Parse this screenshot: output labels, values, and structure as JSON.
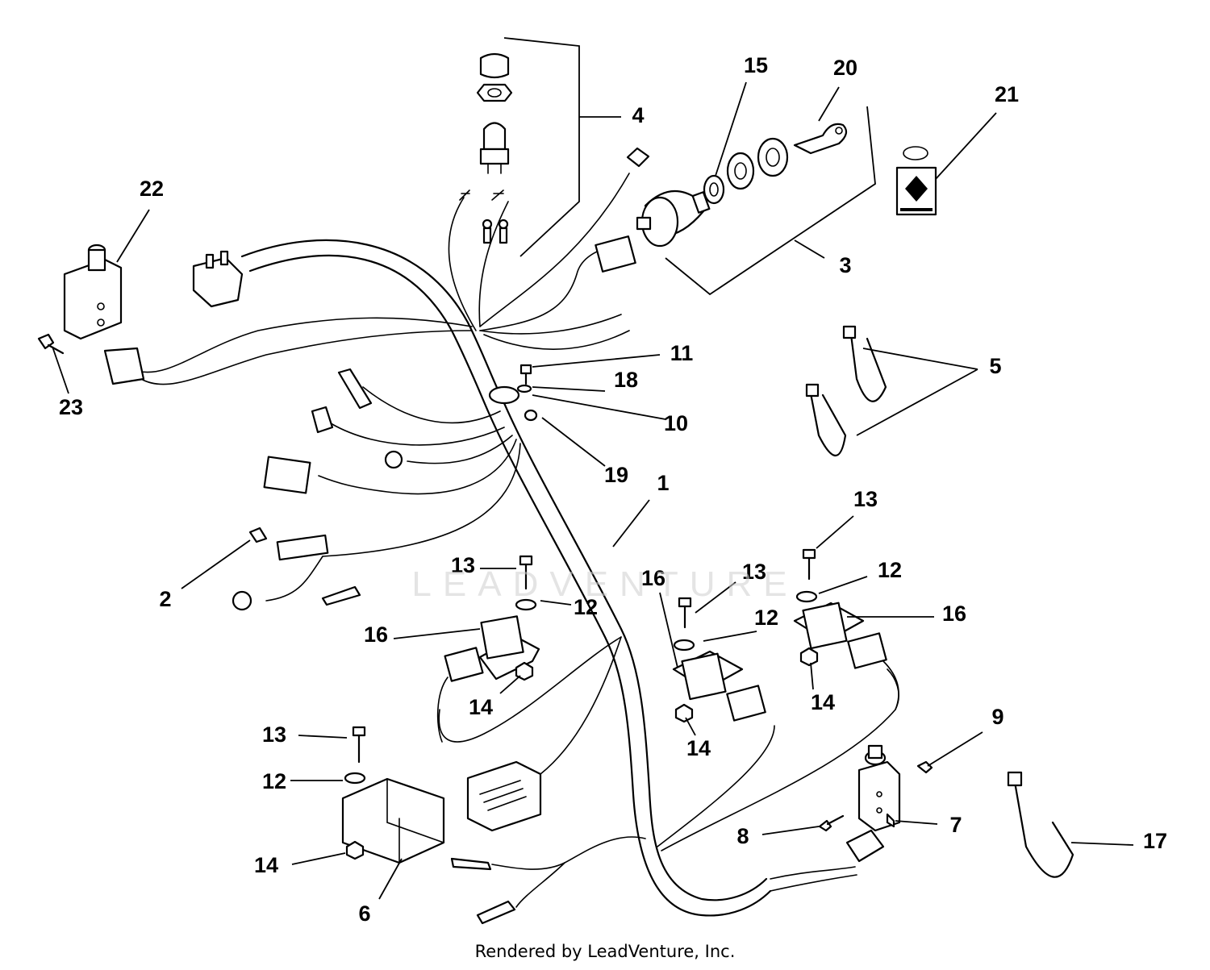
{
  "diagram": {
    "callouts": [
      "1",
      "2",
      "3",
      "4",
      "5",
      "6",
      "7",
      "8",
      "9",
      "10",
      "11",
      "12",
      "12",
      "12",
      "12",
      "13",
      "13",
      "13",
      "13",
      "14",
      "14",
      "14",
      "14",
      "15",
      "16",
      "16",
      "16",
      "17",
      "18",
      "19",
      "20",
      "21",
      "22",
      "23"
    ],
    "watermark": "LEADVENTURE",
    "credit": "Rendered by LeadVenture, Inc."
  }
}
